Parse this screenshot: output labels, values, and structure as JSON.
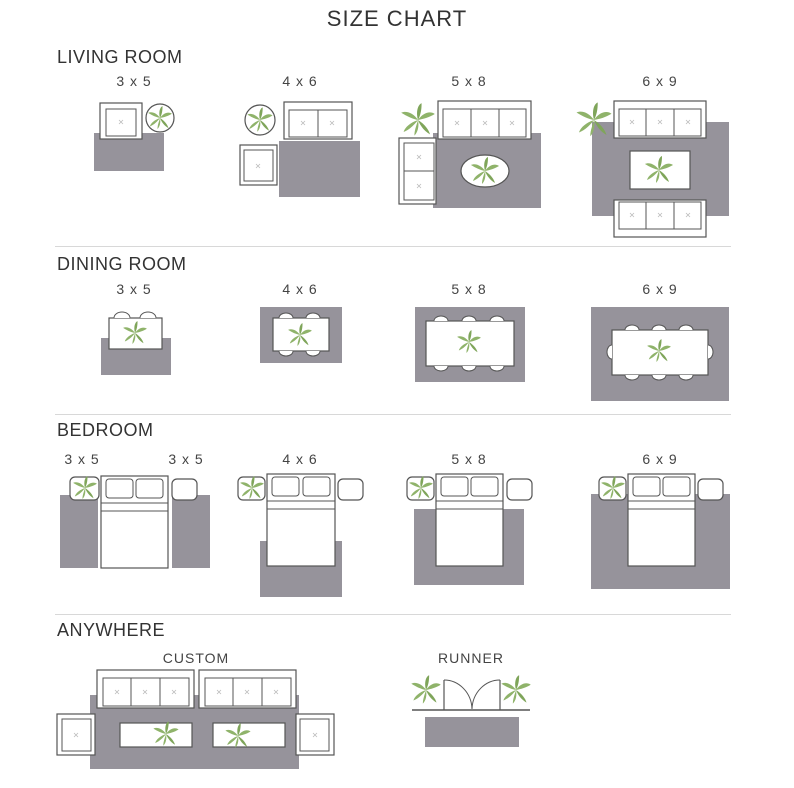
{
  "title": "SIZE CHART",
  "colors": {
    "rug": "#96939b",
    "outline": "#555555",
    "plant": "#8fb36a",
    "cushion_mark": "#b9b9b9"
  },
  "sections": {
    "living_room": {
      "heading": "LIVING ROOM",
      "labels": [
        "3 x 5",
        "4 x 6",
        "5 x 8",
        "6 x 9"
      ]
    },
    "dining_room": {
      "heading": "DINING ROOM",
      "labels": [
        "3 x 5",
        "4 x 6",
        "5 x 8",
        "6 x 9"
      ]
    },
    "bedroom": {
      "heading": "BEDROOM",
      "labels": [
        "3 x 5",
        "3 x 5",
        "4 x 6",
        "5 x 8",
        "6 x 9"
      ]
    },
    "anywhere": {
      "heading": "ANYWHERE",
      "labels": [
        "CUSTOM",
        "RUNNER"
      ]
    }
  },
  "icons": [
    "sofa-icon",
    "armchair-icon",
    "plant-icon",
    "dining-chair-icon",
    "bed-icon",
    "nightstand-icon",
    "door-icon",
    "rug-icon",
    "table-icon"
  ]
}
